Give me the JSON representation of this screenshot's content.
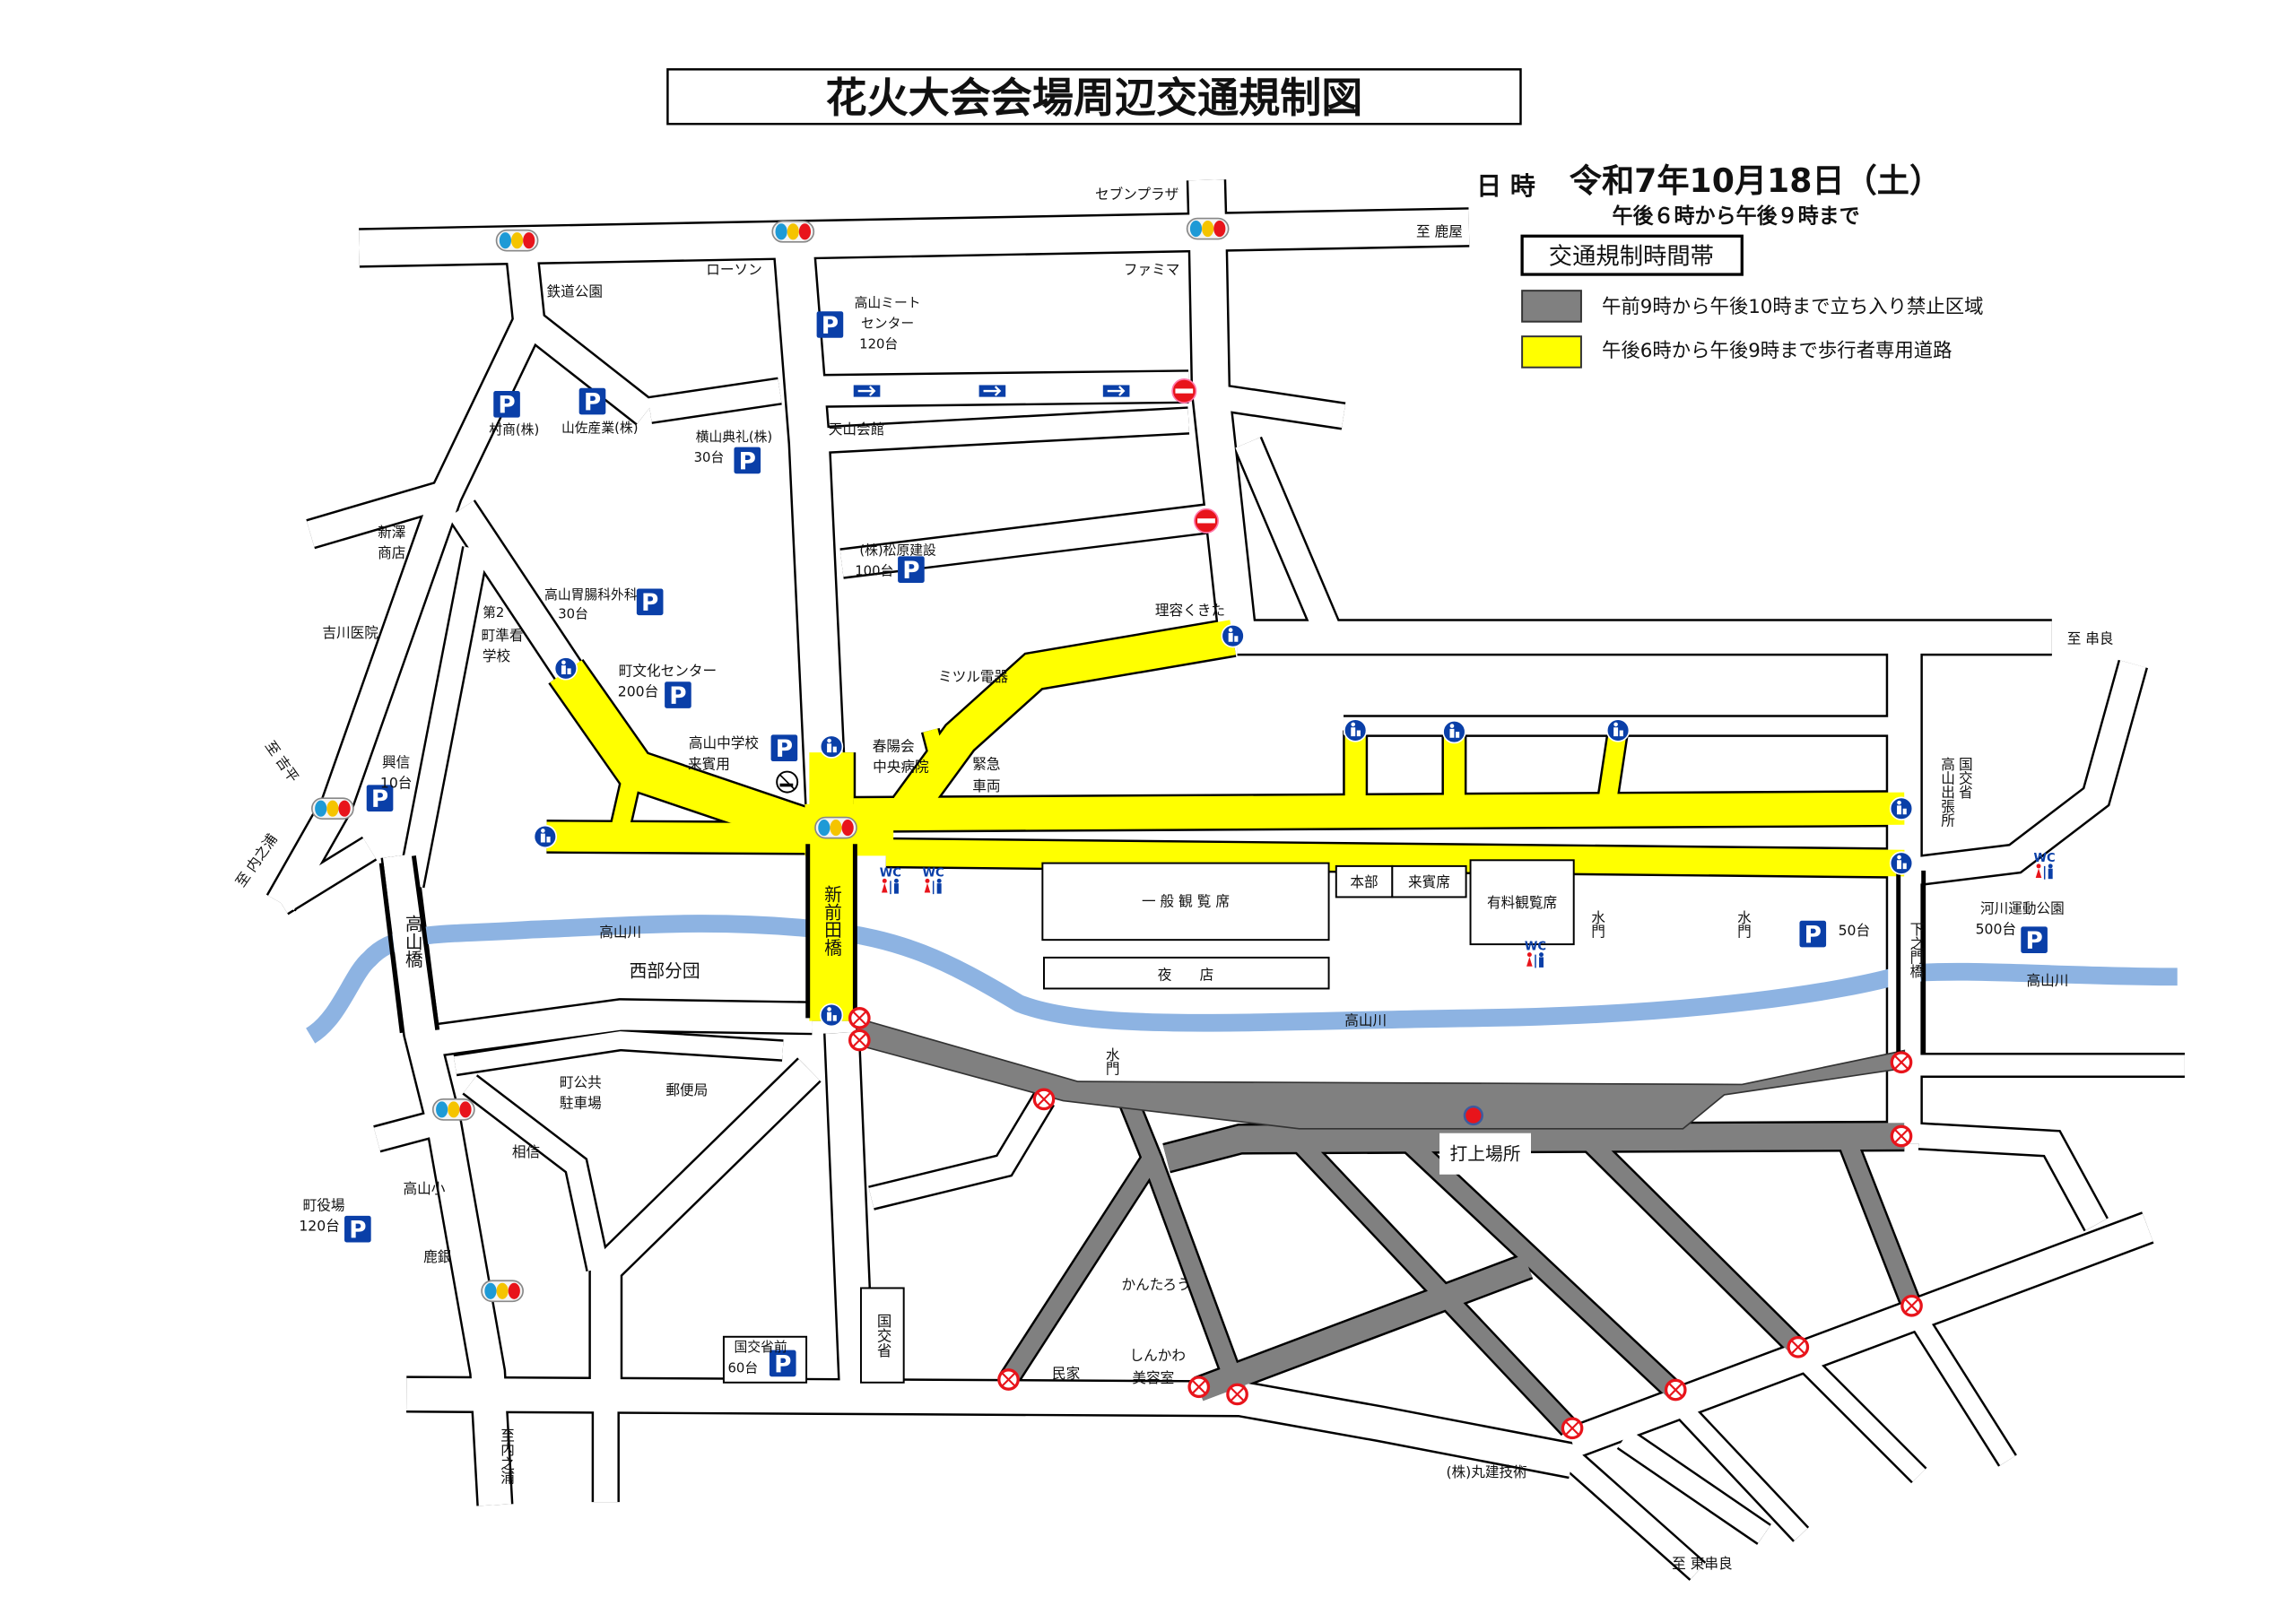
{
  "header": {
    "title": "花火大会会場周辺交通規制図",
    "date_label": "日 時",
    "date_value": "令和7年10月18日（土）",
    "time_range": "午後６時から午後９時まで"
  },
  "legend": {
    "heading": "交通規制時間帯",
    "items": [
      {
        "label": "午前9時から午後10時まで立ち入り禁止区域",
        "color": "#808080"
      },
      {
        "label": "午後6時から午後9時まで歩行者専用道路",
        "color": "#ffff00"
      }
    ]
  },
  "symbols": {
    "parking": "P",
    "wc": "WC"
  },
  "colors": {
    "river": "#8db3e2",
    "sign_blue": "#0a3fa8",
    "restricted": "#808080",
    "pedestrian": "#ffff00",
    "no_entry": "#e8141b"
  },
  "places": {
    "seven_plaza": "セブンプラザ",
    "to_kanoya": "至 鹿屋",
    "lawson": "ローソン",
    "tetsudo_park": "鉄道公園",
    "meat_center_1": "高山ミート",
    "meat_center_2": "センター",
    "meat_center_cap": "120台",
    "famima": "ファミマ",
    "tenzan_hall": "天山会館",
    "murasho": "村商(株)",
    "yamasa": "山佐産業(株)",
    "yokoyama": "横山典礼(株)",
    "yokoyama_cap": "30台",
    "matsubara": "(株)松原建設",
    "matsubara_cap": "100台",
    "shinzawa_1": "新澤",
    "shinzawa_2": "商店",
    "ichou_clinic": "高山胃腸科外科",
    "ichou_cap": "30台",
    "dai2": "第2",
    "nursing_school_1": "町準看",
    "nursing_school_2": "学校",
    "yoshikawa": "吉川医院",
    "culture_center": "町文化センター",
    "culture_cap": "200台",
    "jhs_1": "高山中学校",
    "jhs_2": "来賓用",
    "mitsuru": "ミツル電器",
    "barber_kukita": "理容くきた",
    "hospital_1": "春陽会",
    "hospital_2": "中央病院",
    "emergency_1": "緊急",
    "emergency_2": "車両",
    "koshin": "興信",
    "koshin_cap": "10台",
    "to_yoshihira": "至 吉平",
    "to_uchinoura_w": "至 内之浦",
    "shinmaeda_bridge": "新前田橋",
    "takayama_bridge": "高山橋",
    "river_1": "高山川",
    "river_2": "高山川",
    "river_3": "高山川",
    "seibu_fire": "西部分団",
    "general_seats": "一 般 観 覧 席",
    "night_stalls": "夜　　店",
    "hq": "本部",
    "guest_seats": "来賓席",
    "paid_seats": "有料観覧席",
    "floodgate_1": "水門",
    "floodgate_2": "水門",
    "floodgate_3": "水門",
    "lot_50": "50台",
    "shimonomon_bridge": "下之門橋",
    "office_col1": "高山出張所",
    "office_col2": "国交省",
    "river_park": "河川運動公園",
    "river_park_cap": "500台",
    "to_kushira": "至 串良",
    "public_parking_1": "町公共",
    "public_parking_2": "駐車場",
    "post_office": "郵便局",
    "soshin": "相信",
    "takayama_es": "高山小",
    "town_hall": "町役場",
    "town_hall_cap": "120台",
    "kagin": "鹿銀",
    "mlit_front": "国交省前",
    "mlit_front_cap": "60台",
    "mlit": "国交省",
    "to_uchinoura_s": "至内之浦",
    "minka": "民家",
    "kantaro": "かんたろう",
    "shinkawa_1": "しんかわ",
    "shinkawa_2": "美容室",
    "launch_site": "打上場所",
    "maruken": "(株)丸建技術",
    "to_higashikushira": "至 東串良"
  }
}
